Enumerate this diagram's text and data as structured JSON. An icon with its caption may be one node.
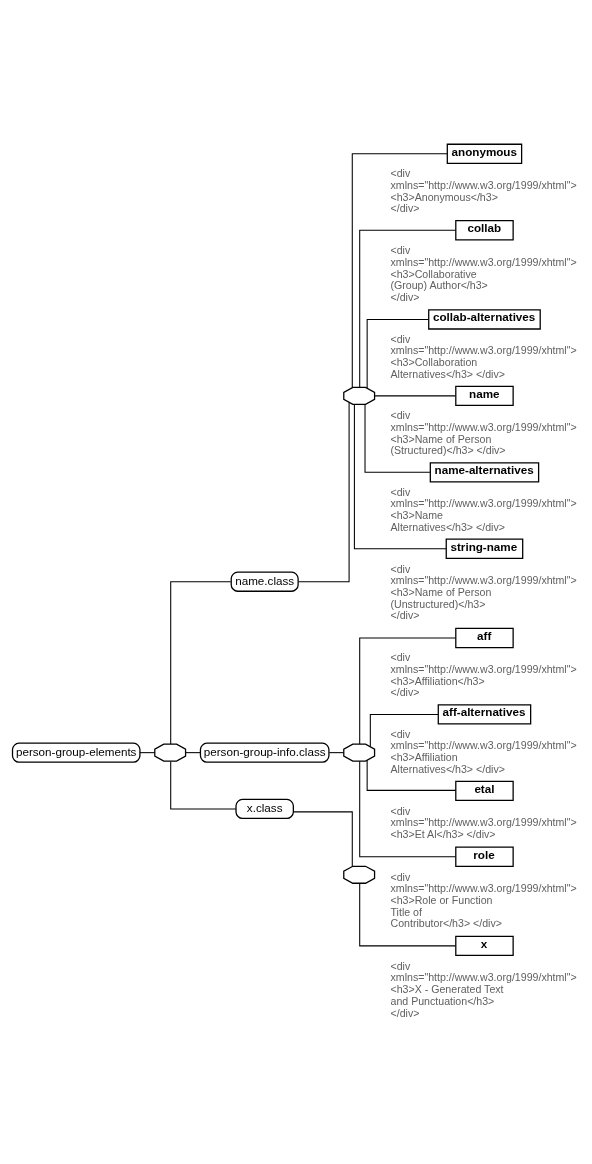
{
  "diagram": {
    "nodes": [
      {
        "text": [
          "person-group-elements"
        ]
      },
      {
        "text": [],
        "shape": "octagon"
      },
      {
        "text": [
          "name.class"
        ]
      },
      {
        "text": [],
        "shape": "octagon"
      },
      {
        "text": [
          "anonymous"
        ],
        "beside": [
          "<div xmlns=\"http://www.w3.org/1999/xhtml\"> <h3>Anonymous</h3> </div>"
        ]
      },
      {
        "text": [
          "collab"
        ],
        "beside": [
          "<div xmlns=\"http://www.w3.org/1999/xhtml\"> <h3>Collaborative (Group) Author</h3> </div>"
        ]
      },
      {
        "text": [
          "collab-alternatives"
        ],
        "beside": [
          "<div xmlns=\"http://www.w3.org/1999/xhtml\"> <h3>Collaboration Alternatives</h3> </div>"
        ]
      },
      {
        "text": [
          "name"
        ],
        "beside": [
          "<div xmlns=\"http://www.w3.org/1999/xhtml\"> <h3>Name of Person (Structured)</h3> </div>"
        ]
      },
      {
        "text": [
          "name-alternatives"
        ],
        "beside": [
          "<div xmlns=\"http://www.w3.org/1999/xhtml\"> <h3>Name Alternatives</h3> </div>"
        ]
      },
      {
        "text": [
          "string-name"
        ],
        "beside": [
          "<div xmlns=\"http://www.w3.org/1999/xhtml\"> <h3>Name of Person (Unstructured)</h3> </div>"
        ]
      },
      {
        "text": [
          "person-group-info.class"
        ]
      },
      {
        "text": [],
        "shape": "octagon"
      },
      {
        "text": [
          "aff"
        ],
        "beside": [
          "<div xmlns=\"http://www.w3.org/1999/xhtml\"> <h3>Affiliation</h3> </div>"
        ]
      },
      {
        "text": [
          "aff-alternatives"
        ],
        "beside": [
          "<div xmlns=\"http://www.w3.org/1999/xhtml\"> <h3>Affiliation Alternatives</h3> </div>"
        ]
      },
      {
        "text": [
          "etal"
        ],
        "beside": [
          "<div xmlns=\"http://www.w3.org/1999/xhtml\"> <h3>Et Al</h3> </div>"
        ]
      },
      {
        "text": [
          "role"
        ],
        "beside": [
          "<div xmlns=\"http://www.w3.org/1999/xhtml\"> <h3>Role or Function Title of Contributor</h3> </div>"
        ]
      },
      {
        "text": [
          "x.class"
        ]
      },
      {
        "text": [],
        "shape": "octagon"
      },
      {
        "text": [
          "x"
        ],
        "beside": [
          "<div xmlns=\"http://www.w3.org/1999/xhtml\"> <h3>X - Generated Text and Punctuation</h3> </div>"
        ]
      }
    ],
    "edges": [
      {
        "from": 0,
        "to": 1,
        "arrow": "none"
      },
      {
        "from": 1,
        "to": 2,
        "arrow": "none"
      },
      {
        "from": 2,
        "to": 3,
        "arrow": "none"
      },
      {
        "from": 3,
        "to": 4,
        "arrow": "none"
      },
      {
        "from": 3,
        "to": 5,
        "arrow": "none"
      },
      {
        "from": 3,
        "to": 6,
        "arrow": "none"
      },
      {
        "from": 3,
        "to": 7,
        "arrow": "none"
      },
      {
        "from": 3,
        "to": 8,
        "arrow": "none"
      },
      {
        "from": 3,
        "to": 9,
        "arrow": "none"
      },
      {
        "from": 1,
        "to": 10,
        "arrow": "none"
      },
      {
        "from": 10,
        "to": 11,
        "arrow": "none"
      },
      {
        "from": 11,
        "to": 12,
        "arrow": "none"
      },
      {
        "from": 11,
        "to": 13,
        "arrow": "none"
      },
      {
        "from": 11,
        "to": 14,
        "arrow": "none"
      },
      {
        "from": 11,
        "to": 15,
        "arrow": "none"
      },
      {
        "from": 1,
        "to": 16,
        "arrow": "none"
      },
      {
        "from": 16,
        "to": 17,
        "arrow": "none"
      },
      {
        "from": 17,
        "to": 18,
        "arrow": "none"
      }
    ]
  }
}
